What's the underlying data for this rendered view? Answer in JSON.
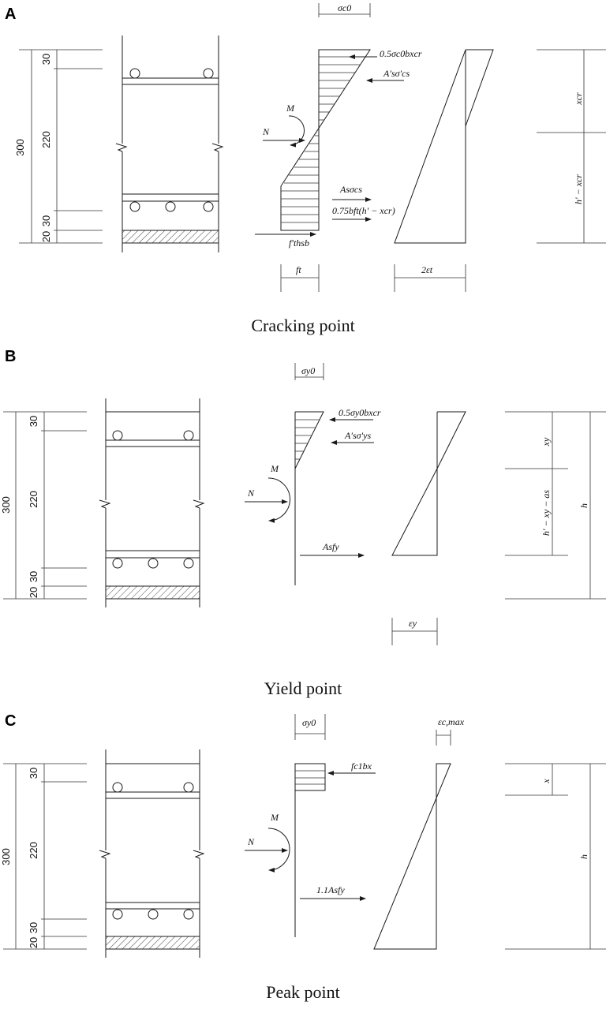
{
  "panels": [
    {
      "letter": "A",
      "caption": "Cracking point",
      "dims": {
        "total": "300",
        "d30_top": "30",
        "d220": "220",
        "d30_bot": "30",
        "d20": "20"
      },
      "labels": {
        "stress_top": "σc0",
        "compression_force": "0.5σc0bxcr",
        "compression_steel": "A′sσ′cs",
        "moment": "M",
        "axial": "N",
        "tension_steel": "Asσcs",
        "tension_concrete": "0.75bft(h′ − xcr)",
        "frp": "f′thsb",
        "stress_bottom": "ft",
        "strain_bottom": "2εt",
        "depth_upper": "xcr",
        "depth_lower": "h′ − xcr"
      }
    },
    {
      "letter": "B",
      "caption": "Yield point",
      "dims": {
        "total": "300",
        "d30_top": "30",
        "d220": "220",
        "d30_bot": "30",
        "d20": "20"
      },
      "labels": {
        "stress_top": "σy0",
        "compression_force": "0.5σy0bxcr",
        "compression_steel": "A′sσ′ys",
        "moment": "M",
        "axial": "N",
        "tension_steel": "Asfy",
        "strain_bottom": "εy",
        "depth_upper": "xy",
        "depth_lower": "h′ − xy − as",
        "height": "h"
      }
    },
    {
      "letter": "C",
      "caption": "Peak point",
      "dims": {
        "total": "300",
        "d30_top": "30",
        "d220": "220",
        "d30_bot": "30",
        "d20": "20"
      },
      "labels": {
        "stress_top": "σy0",
        "strain_top": "εc,max",
        "compression_force": "fc1bx",
        "moment": "M",
        "axial": "N",
        "tension_steel": "1.1Asfy",
        "depth_upper": "x",
        "height": "h"
      }
    }
  ]
}
